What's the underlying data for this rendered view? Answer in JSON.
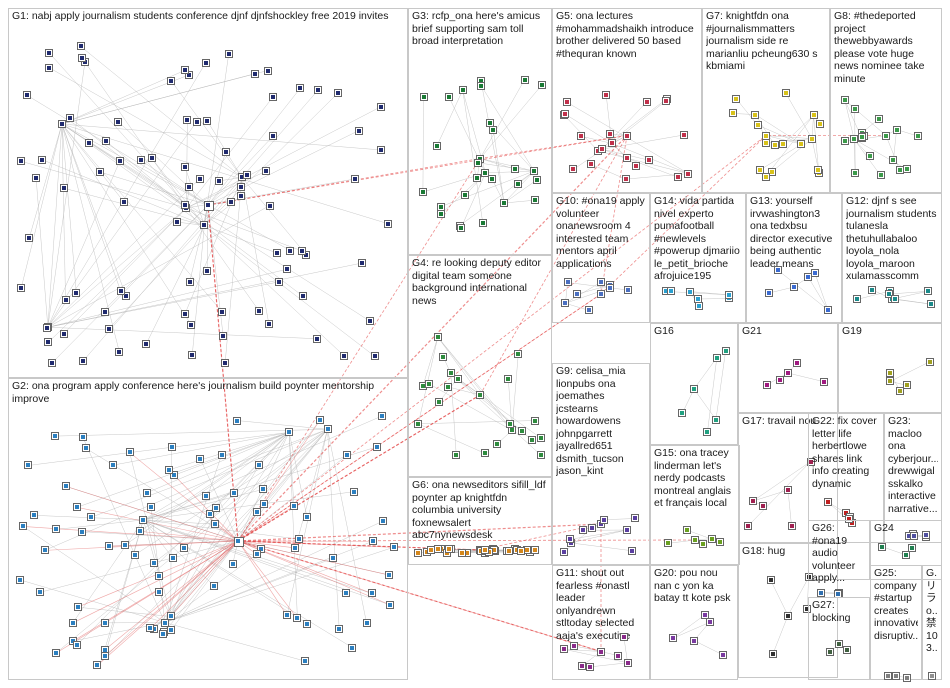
{
  "title": "",
  "groups": [
    {
      "id": "G1",
      "label": "G1: nabj apply journalism students conference djnf djnfshockley free 2019 invites",
      "color": "#1f2a6e",
      "n": 95
    },
    {
      "id": "G2",
      "label": "G2: ona program apply conference here's journalism build poynter mentorship improve",
      "color": "#2b7fc0",
      "n": 90
    },
    {
      "id": "G3",
      "label": "G3: rcfp_ona here's amicus brief supporting sam toll broad interpretation",
      "color": "#1a7a35",
      "n": 28
    },
    {
      "id": "G4",
      "label": "G4: re looking deputy editor digital team someone background international news",
      "color": "#2e8b3e",
      "n": 22
    },
    {
      "id": "G5",
      "label": "G5: ona lectures #mohammadshaikh introduce brother delivered 50 based #thequran known",
      "color": "#c0304a",
      "n": 22
    },
    {
      "id": "G6",
      "label": "G6: ona newseditors sifill_ldf poynter ap knightfdn columbia university foxnewsalert abc7nynewsdesk",
      "color": "#d4871c",
      "n": 26
    },
    {
      "id": "G7",
      "label": "G7: knightfdn ona #journalismmatters journalism side re marianliu pcheung630 s kbmiami",
      "color": "#d8c21a",
      "n": 18
    },
    {
      "id": "G8",
      "label": "G8: #thedeported project thewebbyawards please vote huge news nominee take minute",
      "color": "#3c9a4a",
      "n": 18
    },
    {
      "id": "G9",
      "label": "G9: celisa_mia lionpubs ona joemathes jcstearns howardowens johnpgarrett jayallred651 dsmith_tucson jason_kint",
      "color": "#5a3fa0",
      "n": 10
    },
    {
      "id": "G10",
      "label": "G10: #ona19 apply volunteer onanewsroom 4 interested team mentors april applications",
      "color": "#4a6fc0",
      "n": 9
    },
    {
      "id": "G11",
      "label": "G11: shout out fearless #onastl leader onlyandrewn stltoday selected aaja's executive",
      "color": "#8a2a8a",
      "n": 8
    },
    {
      "id": "G12",
      "label": "G12: djnf s see journalism students tulanesla thetuhullabaloo loyola_nola loyola_maroon xulamasscomm",
      "color": "#1a8a8a",
      "n": 8
    },
    {
      "id": "G13",
      "label": "G13: yourself irvwashington3 ona tedxbsu director executive being authentic leader means",
      "color": "#3a6ad0",
      "n": 6
    },
    {
      "id": "G14",
      "label": "G14: vida partida nivel experto pumafootball #newlevels #powerup djmariio le_petit_brioche afrojuice195",
      "color": "#2aa0d0",
      "n": 7
    },
    {
      "id": "G15",
      "label": "G15: ona tracey linderman let's nerdy podcasts montreal anglais et français local",
      "color": "#6aa020",
      "n": 6
    },
    {
      "id": "G16",
      "label": "G16",
      "color": "#20a080",
      "n": 6
    },
    {
      "id": "G17",
      "label": "G17: travail nou",
      "color": "#a02050",
      "n": 6
    },
    {
      "id": "G18",
      "label": "G18: hug",
      "color": "#303030",
      "n": 5
    },
    {
      "id": "G19",
      "label": "G19",
      "color": "#a0a020",
      "n": 5
    },
    {
      "id": "G20",
      "label": "G20: pou nou nan c yon ka batay tt kote psk",
      "color": "#7a3aa0",
      "n": 5
    },
    {
      "id": "G21",
      "label": "G21",
      "color": "#a01a80",
      "n": 5
    },
    {
      "id": "G22",
      "label": "G22: fix cover letter life herbertlowe shares link info creating dynamic",
      "color": "#c02020",
      "n": 5
    },
    {
      "id": "G23",
      "label": "G23: macloo ona cyberjour... drewwigal sskalko interactive narrative...",
      "color": "#5050a0",
      "n": 5
    },
    {
      "id": "G24",
      "label": "G24",
      "color": "#208050",
      "n": 3
    },
    {
      "id": "G25",
      "label": "G25: company #startup creates innovative disruptiv...",
      "color": "#808080",
      "n": 3
    },
    {
      "id": "G26",
      "label": "G26: #ona19 audio volunteer apply...",
      "color": "#3070b0",
      "n": 3
    },
    {
      "id": "G27",
      "label": "G27: blocking",
      "color": "#406040",
      "n": 3
    },
    {
      "id": "G28",
      "label": "G... リラ o... 禁 10 3...",
      "color": "#909090",
      "n": 2
    }
  ]
}
